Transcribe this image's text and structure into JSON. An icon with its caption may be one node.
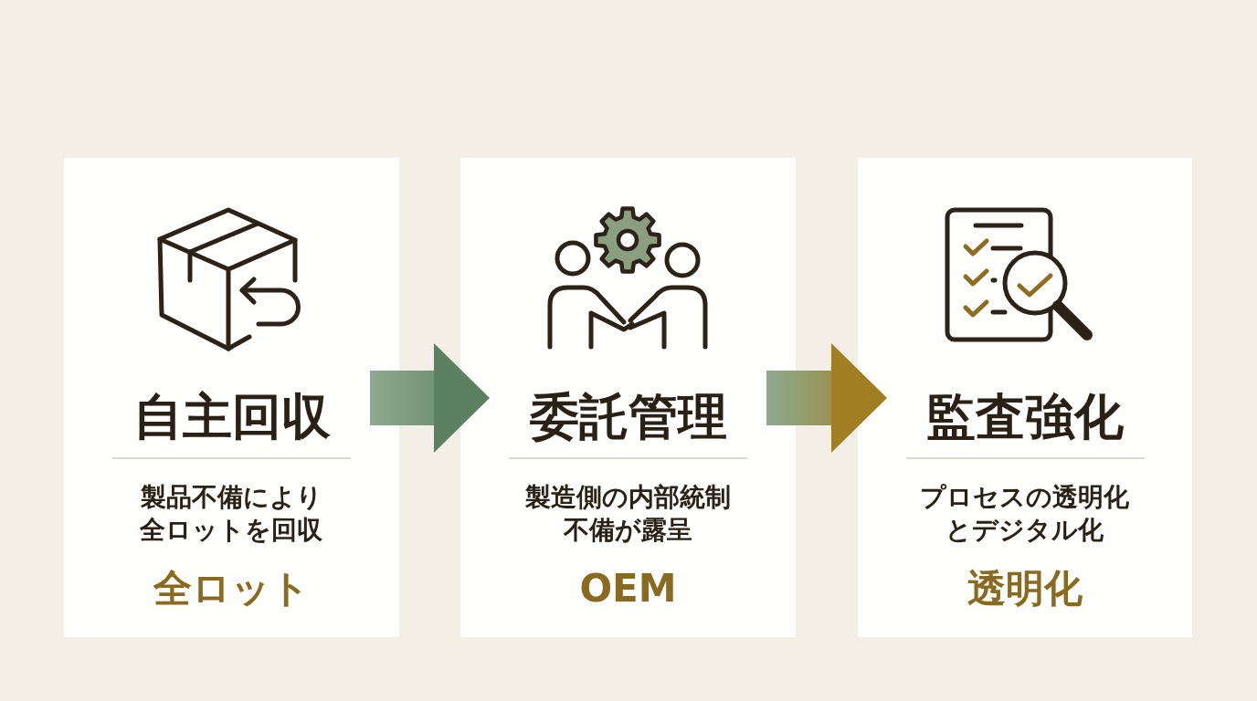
{
  "diagram": {
    "nodes": [
      {
        "text": [
          "自主回収",
          "製品不備により全ロットを回収",
          "全ロット"
        ]
      },
      {
        "text": [
          "委託管理",
          "製造側の内部統制不備が露呈",
          "OEM"
        ]
      },
      {
        "text": [
          "監査強化",
          "プロセスの透明化とデジタル化",
          "透明化"
        ]
      }
    ],
    "edges": [
      {
        "from": 0,
        "to": 1,
        "arrow": "to",
        "color": "#5b8062"
      },
      {
        "from": 1,
        "to": 2,
        "arrow": "to",
        "color": "#a07f22"
      }
    ]
  }
}
